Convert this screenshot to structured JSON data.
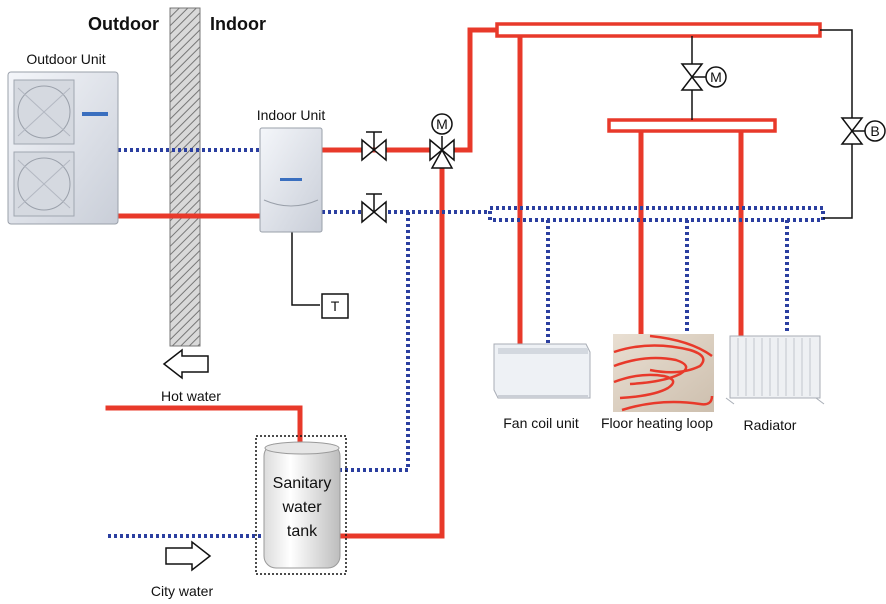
{
  "labels": {
    "outdoor": "Outdoor",
    "indoor": "Indoor",
    "outdoor_unit": "Outdoor Unit",
    "indoor_unit": "Indoor Unit",
    "hot_water": "Hot water",
    "city_water": "City water",
    "tank_line1": "Sanitary",
    "tank_line2": "water",
    "tank_line3": "tank",
    "fan_coil": "Fan coil unit",
    "floor_heating": "Floor heating loop",
    "radiator": "Radiator",
    "thermostat": "T",
    "motor_valve_1": "M",
    "motor_valve_2": "M",
    "bypass_valve": "B"
  },
  "colors": {
    "hot_pipe": "#e8392a",
    "cold_pipe": "#2b3fa0",
    "wall_hatch": "#888888",
    "line": "#111111"
  }
}
